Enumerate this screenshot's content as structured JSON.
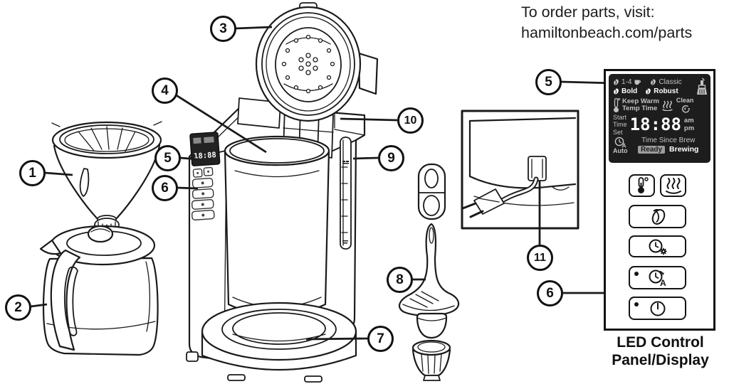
{
  "header": {
    "order_line1": "To order parts, visit:",
    "order_line2": "hamiltonbeach.com/parts"
  },
  "callouts": {
    "labels": [
      "1",
      "2",
      "3",
      "4",
      "5",
      "6",
      "7",
      "8",
      "9",
      "10",
      "11"
    ]
  },
  "machine": {
    "display_value": "18:88"
  },
  "led_panel": {
    "display": {
      "cups": "1-4",
      "classic": "Classic",
      "bold": "Bold",
      "robust": "Robust",
      "keep_warm_line1": "Keep Warm",
      "keep_warm_line2": "Temp Time",
      "clean": "Clean",
      "start": "Start",
      "time": "Time",
      "set": "Set",
      "clock": "18:88",
      "am": "am",
      "pm": "pm",
      "auto": "Auto",
      "time_since_brew": "Time Since Brew",
      "ready": "Ready",
      "brewing": "Brewing",
      "icons": [
        "coffee-bean-icon",
        "cup-icon",
        "clean-brush-icon",
        "thermometer-icon",
        "warming-steam-icon",
        "clean-cycle-icon",
        "clock-auto-icon"
      ]
    },
    "buttons": [
      {
        "name": "warm-temperature-button",
        "icon": "thermometer-icon"
      },
      {
        "name": "keep-warm-button",
        "icon": "warming-steam-icon"
      },
      {
        "name": "brew-strength-button",
        "icon": "coffee-bean-icon"
      },
      {
        "name": "clock-set-button",
        "icon": "clock-settings-icon"
      },
      {
        "name": "auto-timer-button",
        "icon": "clock-auto-icon",
        "has_led_dot": true
      },
      {
        "name": "power-button",
        "icon": "power-icon",
        "has_led_dot": true
      }
    ],
    "caption_line1": "LED Control",
    "caption_line2": "Panel/Display"
  },
  "colors": {
    "line": "#1a1a1a",
    "display_bg": "#1d1d1d",
    "display_text": "#c3c3c3",
    "display_bright": "#ffffff",
    "ready_badge_bg": "#9c9c9c",
    "ready_badge_text": "#1d1d1d"
  }
}
